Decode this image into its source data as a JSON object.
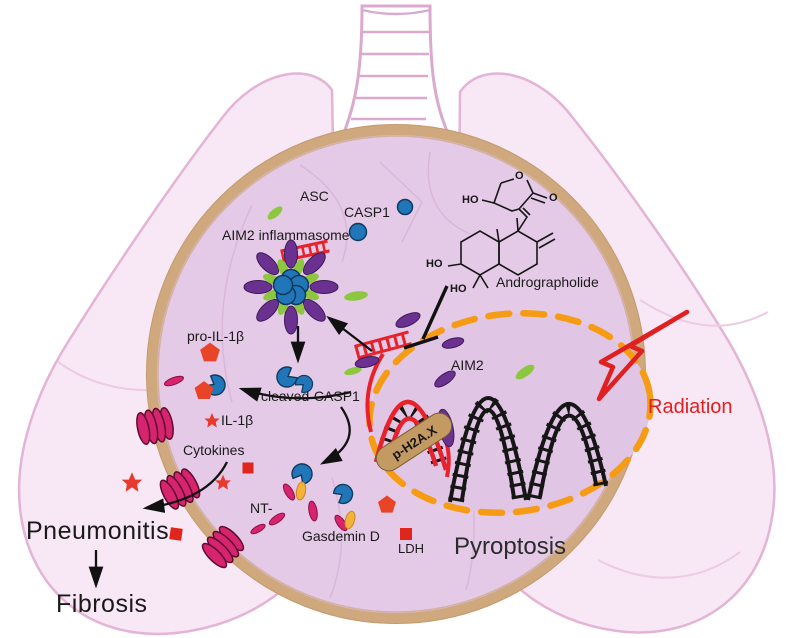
{
  "labels": {
    "asc": "ASC",
    "casp1": "CASP1",
    "aim2_inflammasome": "AIM2 inflammasome",
    "pro_il1b": "pro-IL-1β",
    "cleaved_casp1": "cleaved-CASP1",
    "il1b": "IL-1β",
    "cytokines": "Cytokines",
    "nt": "NT-",
    "gasdermin_d": "Gasdemin D",
    "ldh": "LDH",
    "pyroptosis": "Pyroptosis",
    "pneumonitis": "Pneumonitis",
    "fibrosis": "Fibrosis",
    "aim2": "AIM2",
    "ph2ax": "p-H2A.X",
    "radiation": "Radiation",
    "andrographolide": "Andrographolide"
  },
  "chem": {
    "ho": "HO",
    "o": "O"
  },
  "colors": {
    "lung_fill": "#f8e7f5",
    "lung_outline": "#e3b4d6",
    "cytoplasm": "#e4cae7",
    "membrane_tan": "#cfa87e",
    "nucleus_dash_orange": "#f59c14",
    "aim2_purple": "#6b3190",
    "asc_green": "#8dc63f",
    "casp1_blue": "#2076b8",
    "dna_red": "#e8212a",
    "pore_magenta": "#d6246e",
    "gsdmd_ct_yellow": "#f2b23c",
    "signal_red": "#e8392d",
    "ph2ax_tan": "#c49a63",
    "radiation_red": "#e02020"
  }
}
